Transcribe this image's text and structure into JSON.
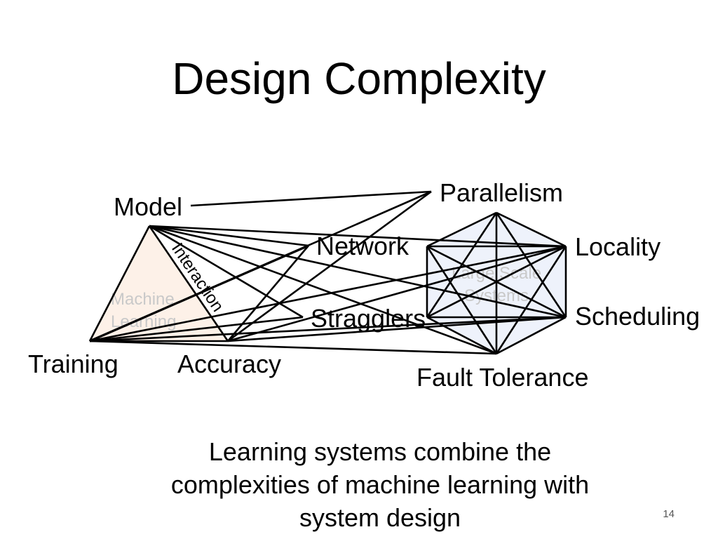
{
  "slide": {
    "title": "Design Complexity",
    "caption": "Learning systems combine the\ncomplexities of machine learning with\nsystem design",
    "page_number": "14"
  },
  "diagram": {
    "regions": {
      "ml": {
        "label_line1": "Machine",
        "label_line2": "Learning",
        "fill": "#fdf1e8"
      },
      "systems": {
        "label_line1": "Large Scale",
        "label_line2": "Systems",
        "fill": "#eef2fb"
      }
    },
    "interaction_label": "Interaction",
    "nodes": {
      "model": "Model",
      "training": "Training",
      "accuracy": "Accuracy",
      "network": "Network",
      "stragglers": "Stragglers",
      "parallelism": "Parallelism",
      "locality": "Locality",
      "scheduling": "Scheduling",
      "fault_tolerance": "Fault Tolerance"
    }
  }
}
